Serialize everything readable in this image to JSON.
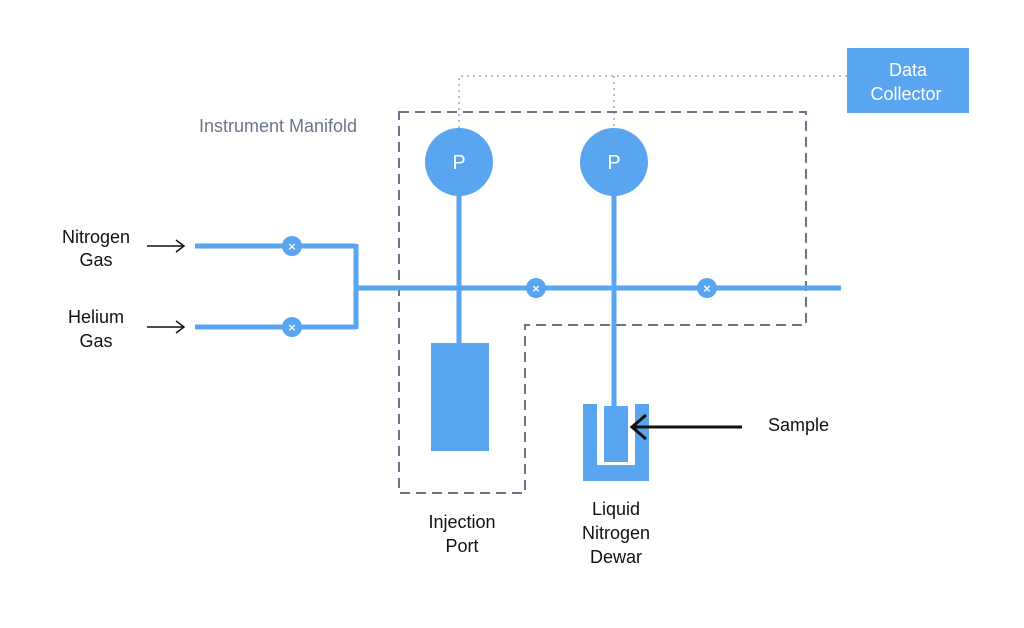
{
  "colors": {
    "pipe": "#5aa5f0",
    "manifold_border": "#6b7589",
    "signal_line": "#bdbdbd",
    "text": "#111111",
    "box_text": "#ffffff"
  },
  "inputs": {
    "nitrogen": {
      "line1": "Nitrogen",
      "line2": "Gas"
    },
    "helium": {
      "line1": "Helium",
      "line2": "Gas"
    }
  },
  "manifold": {
    "label": "Instrument Manifold"
  },
  "gauges": [
    {
      "label": "P"
    },
    {
      "label": "P"
    }
  ],
  "valves": [
    {
      "symbol": "×",
      "icon": "valve-icon"
    },
    {
      "symbol": "×",
      "icon": "valve-icon"
    },
    {
      "symbol": "×",
      "icon": "valve-icon"
    },
    {
      "symbol": "×",
      "icon": "valve-icon"
    }
  ],
  "data_collector": {
    "line1": "Data",
    "line2": "Collector"
  },
  "injection_port": {
    "line1": "Injection",
    "line2": "Port"
  },
  "dewar": {
    "line1": "Liquid",
    "line2": "Nitrogen",
    "line3": "Dewar"
  },
  "sample": {
    "label": "Sample"
  }
}
